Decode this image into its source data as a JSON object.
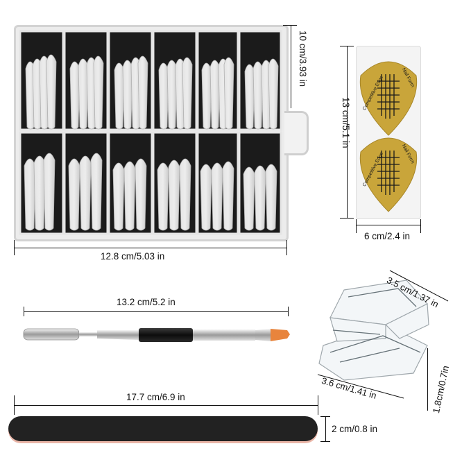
{
  "dimensions": {
    "box_width": "12.8 cm/5.03 in",
    "box_height": "10 cm/3.93 in",
    "forms_height": "13 cm/5.1 in",
    "forms_width": "6 cm/2.4 in",
    "brush_length": "13.2 cm/5.2 in",
    "file_length": "17.7 cm/6.9 in",
    "file_width": "2 cm/0.8 in",
    "clip_length": "3.5 cm/1.37 in",
    "clip_width": "3.6 cm/1.41 in",
    "clip_height": "1.8cm/0.7in"
  },
  "form_sticker": {
    "text_top": "Competitive Edge",
    "text_bottom": "Nail Form"
  },
  "colors": {
    "gold": "#c9a53a",
    "file_black": "#222222",
    "file_pink": "#e9b5a7",
    "brush_tip": "#e8843c"
  }
}
